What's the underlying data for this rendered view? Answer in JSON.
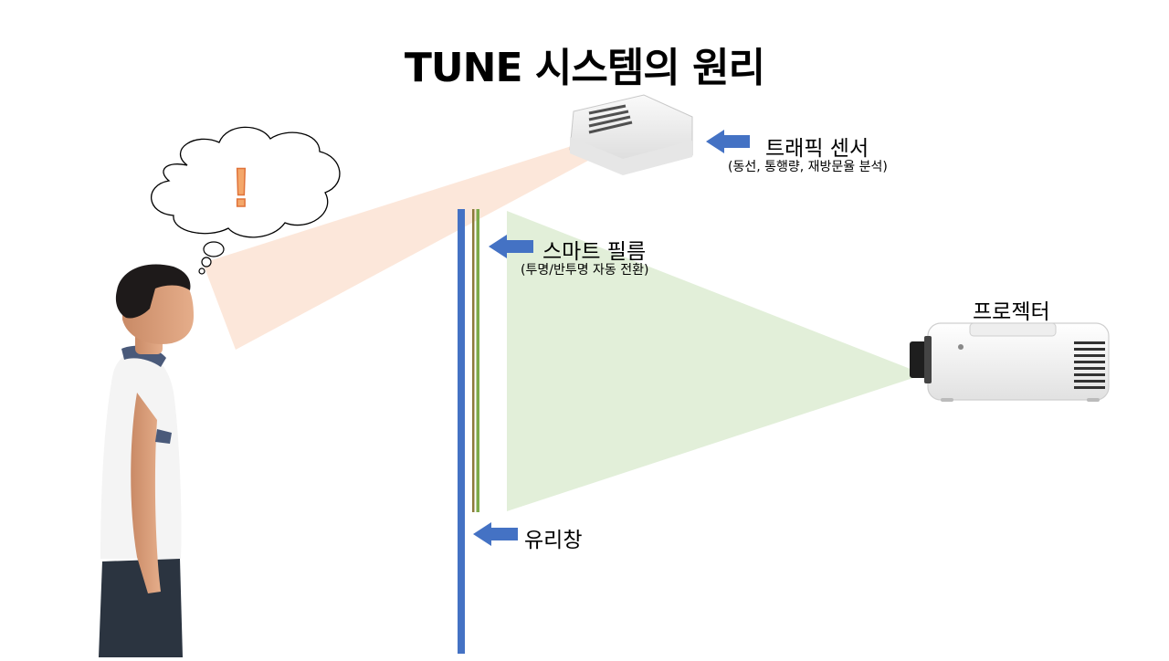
{
  "title": "TUNE 시스템의 원리",
  "labels": {
    "sensor": "트래픽 센서",
    "sensor_desc": "(동선, 통행량, 재방문율 분석)",
    "film": "스마트 필름",
    "film_desc": "(투명/반투명 자동 전환)",
    "projector": "프로젝터",
    "glass": "유리창"
  },
  "thought": {
    "symbol": "!"
  },
  "colors": {
    "glass": "#4472C4",
    "film_green": "#7DAA4A",
    "film_olive": "#8C7A3A",
    "arrow": "#4472C4",
    "projection_beam": "#E2EFD9",
    "sensor_beam": "#FCE4D6",
    "exclamation": "#F4A76A"
  }
}
